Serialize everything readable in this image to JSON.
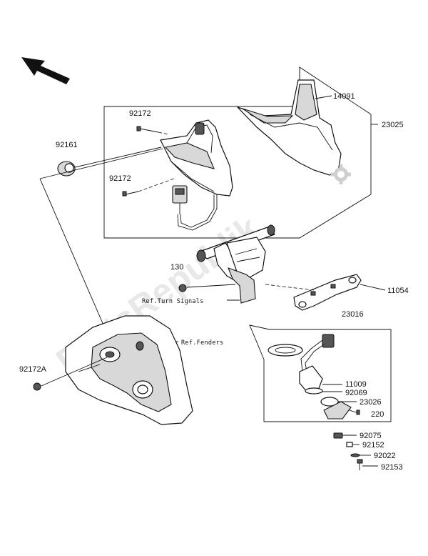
{
  "watermark": "PartsRepublik",
  "part_numbers": {
    "p14091": "14091",
    "p23025": "23025",
    "p92172_top": "92172",
    "p92172_mid": "92172",
    "p92161": "92161",
    "p130": "130",
    "p11054": "11054",
    "p23016": "23016",
    "p92172a": "92172A",
    "p11009": "11009",
    "p92069": "92069",
    "p23026": "23026",
    "p220": "220",
    "p92075": "92075",
    "p92152": "92152",
    "p92022": "92022",
    "p92153": "92153"
  },
  "references": {
    "turn_signals": "Ref.Turn Signals",
    "fenders": "Ref.Fenders"
  },
  "icons": {
    "front_arrow": "front-direction-arrow-icon",
    "gear": "gear-icon"
  }
}
